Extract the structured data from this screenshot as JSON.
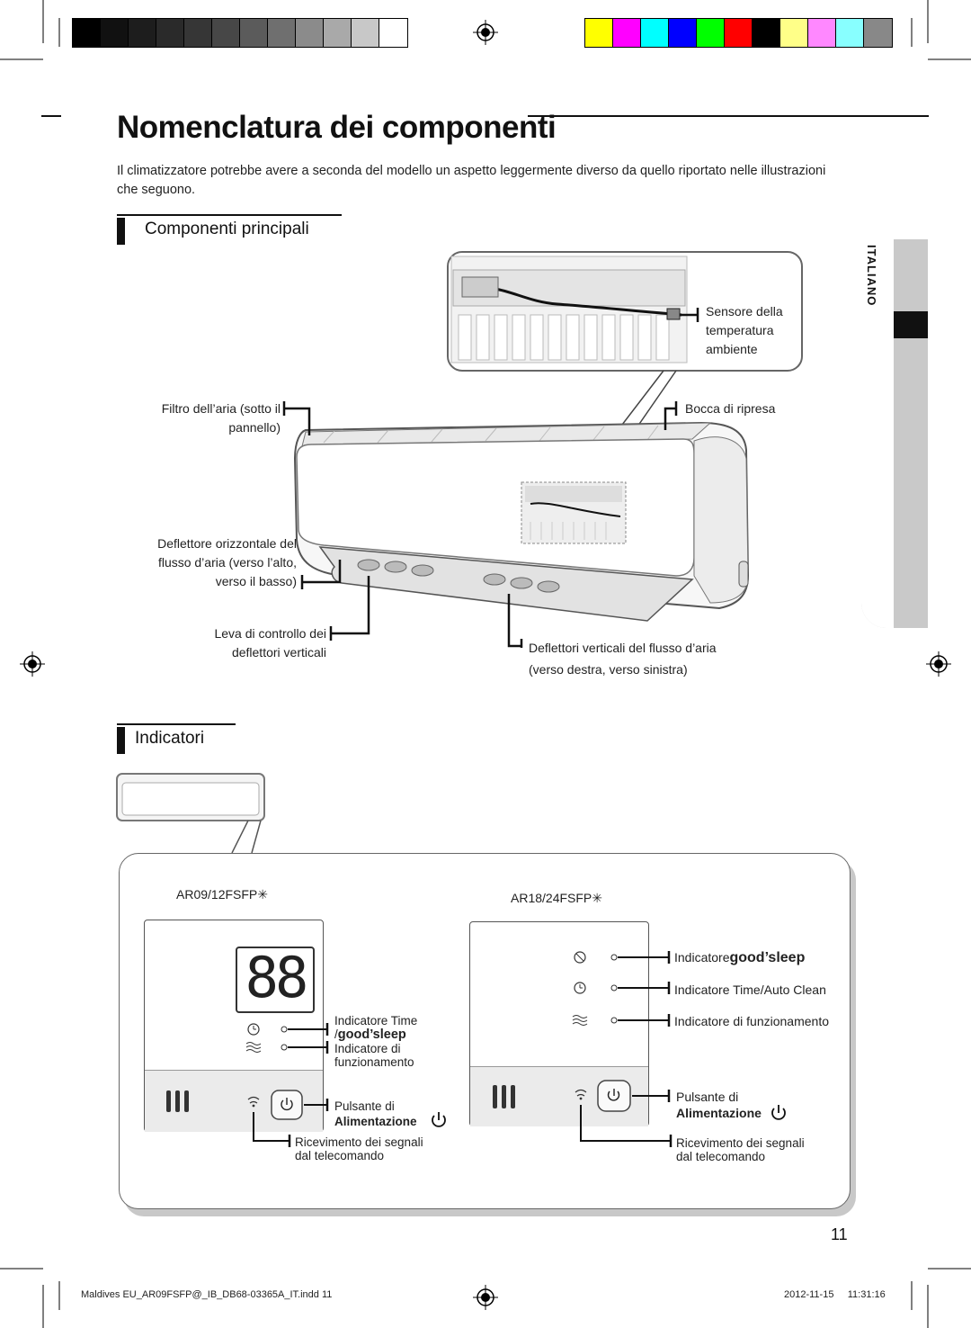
{
  "colors": {
    "calibration_grays": [
      "#000000",
      "#111111",
      "#1d1d1d",
      "#2a2a2a",
      "#363636",
      "#474747",
      "#5b5b5b",
      "#6f6f6f",
      "#8b8b8b",
      "#a9a9a9",
      "#c8c8c8",
      "#ffffff"
    ],
    "calibration_colors": [
      "#ffff00",
      "#ff00ff",
      "#00ffff",
      "#0000ff",
      "#00ff00",
      "#ff0000",
      "#000000",
      "#ffff88",
      "#ff88ff",
      "#88ffff",
      "#888888"
    ]
  },
  "page": {
    "title": "Nomenclatura dei componenti",
    "intro_line1": "Il climatizzatore potrebbe avere a seconda del modello un aspetto leggermente diverso da quello riportato nelle illustrazioni",
    "intro_line2": "che seguono.",
    "side_tab_label": "ITALIANO",
    "page_number": "11"
  },
  "main_components": {
    "heading": "Componenti principali",
    "sensor_line1": "Sensore della",
    "sensor_line2": "temperatura",
    "sensor_line3": "ambiente",
    "filter_line1": "Filtro dell’aria (sotto il",
    "filter_line2": "pannello)",
    "intake": "Bocca di ripresa",
    "hdeflector_line1": "Deflettore orizzontale del",
    "hdeflector_line2": "flusso d’aria (verso l’alto,",
    "hdeflector_line3": "verso il basso)",
    "lever_line1": "Leva di controllo dei",
    "lever_line2": "deflettori verticali",
    "vdeflector_line1": "Deflettori verticali del flusso d’aria",
    "vdeflector_line2": "(verso destra, verso sinistra)"
  },
  "indicators": {
    "heading": "Indicatori",
    "model_a": "AR09/12FSFP✳",
    "model_b": "AR18/24FSFP✳",
    "display_digits": "88",
    "a_time_line1": "Indicatore Time",
    "a_time_line2_prefix": "/",
    "a_goodsleep": "good’sleep",
    "a_op_line1": "Indicatore di",
    "a_op_line2": "funzionamento",
    "a_power_line1": "Pulsante di",
    "a_power_line2": "Alimentazione",
    "a_remote_line1": "Ricevimento dei segnali",
    "a_remote_line2": "dal telecomando",
    "b_goodsleep_prefix": "Indicatore",
    "b_goodsleep": "good’sleep",
    "b_time": "Indicatore Time/Auto Clean",
    "b_op": "Indicatore di funzionamento",
    "b_power_line1": "Pulsante di",
    "b_power_line2": "Alimentazione",
    "b_remote_line1": "Ricevimento dei segnali",
    "b_remote_line2": "dal telecomando"
  },
  "footer": {
    "file": "Maldives EU_AR09FSFP@_IB_DB68-03365A_IT.indd   11",
    "date": "2012-11-15     11:31:16"
  }
}
